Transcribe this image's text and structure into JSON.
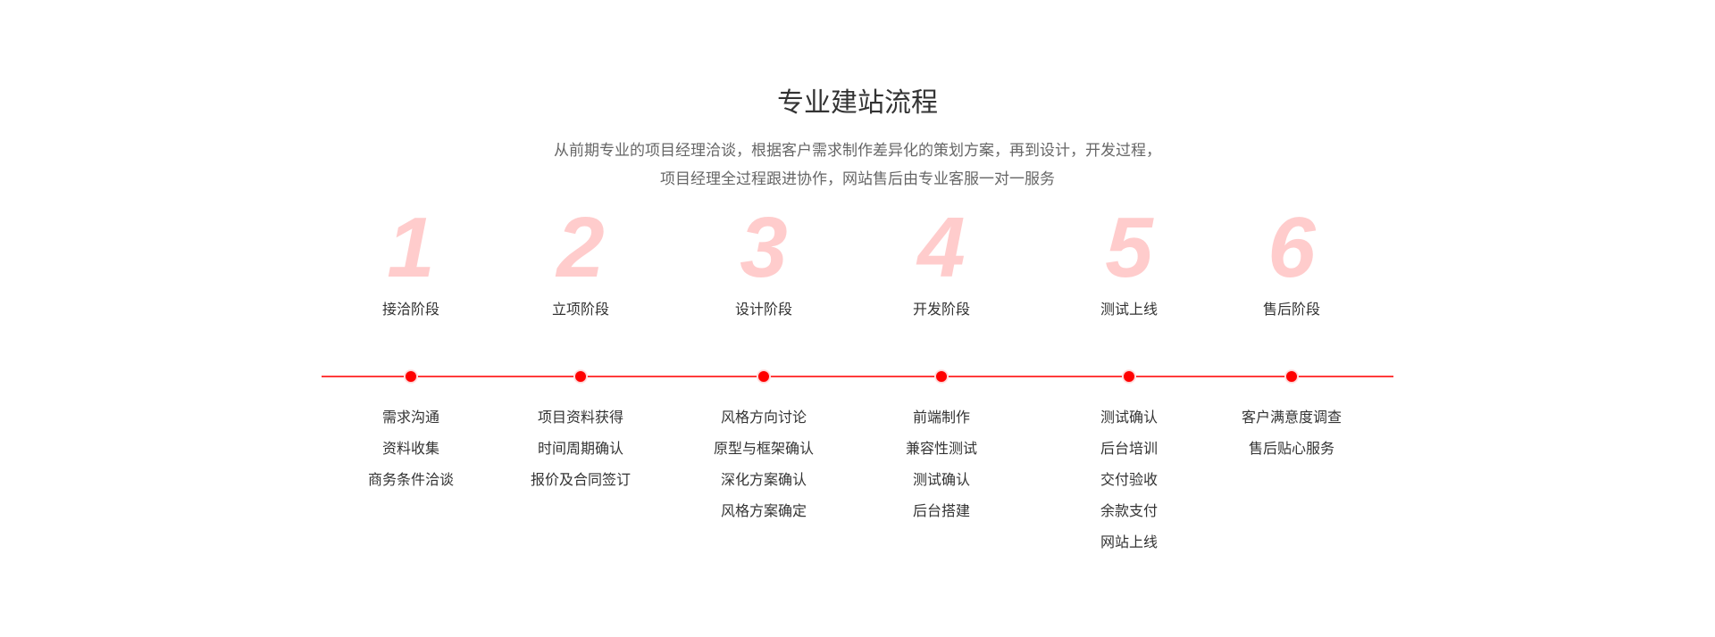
{
  "title": "专业建站流程",
  "subtitle": [
    "从前期专业的项目经理洽谈，根据客户需求制作差异化的策划方案，再到设计，开发过程，",
    "项目经理全过程跟进协作，网站售后由专业客服一对一服务"
  ],
  "stages": [
    {
      "num": "1",
      "label": "接洽阶段",
      "items": [
        "需求沟通",
        "资料收集",
        "商务条件洽谈"
      ]
    },
    {
      "num": "2",
      "label": "立项阶段",
      "items": [
        "项目资料获得",
        "时间周期确认",
        "报价及合同签订"
      ]
    },
    {
      "num": "3",
      "label": "设计阶段",
      "items": [
        "风格方向讨论",
        "原型与框架确认",
        "深化方案确认",
        "风格方案确定"
      ]
    },
    {
      "num": "4",
      "label": "开发阶段",
      "items": [
        "前端制作",
        "兼容性测试",
        "测试确认",
        "后台搭建"
      ]
    },
    {
      "num": "5",
      "label": "测试上线",
      "items": [
        "测试确认",
        "后台培训",
        "交付验收",
        "余款支付",
        "网站上线"
      ]
    },
    {
      "num": "6",
      "label": "售后阶段",
      "items": [
        "客户满意度调查",
        "售后贴心服务"
      ]
    }
  ],
  "colors": {
    "accent": "#ff0000",
    "number": "#ffcccc"
  }
}
